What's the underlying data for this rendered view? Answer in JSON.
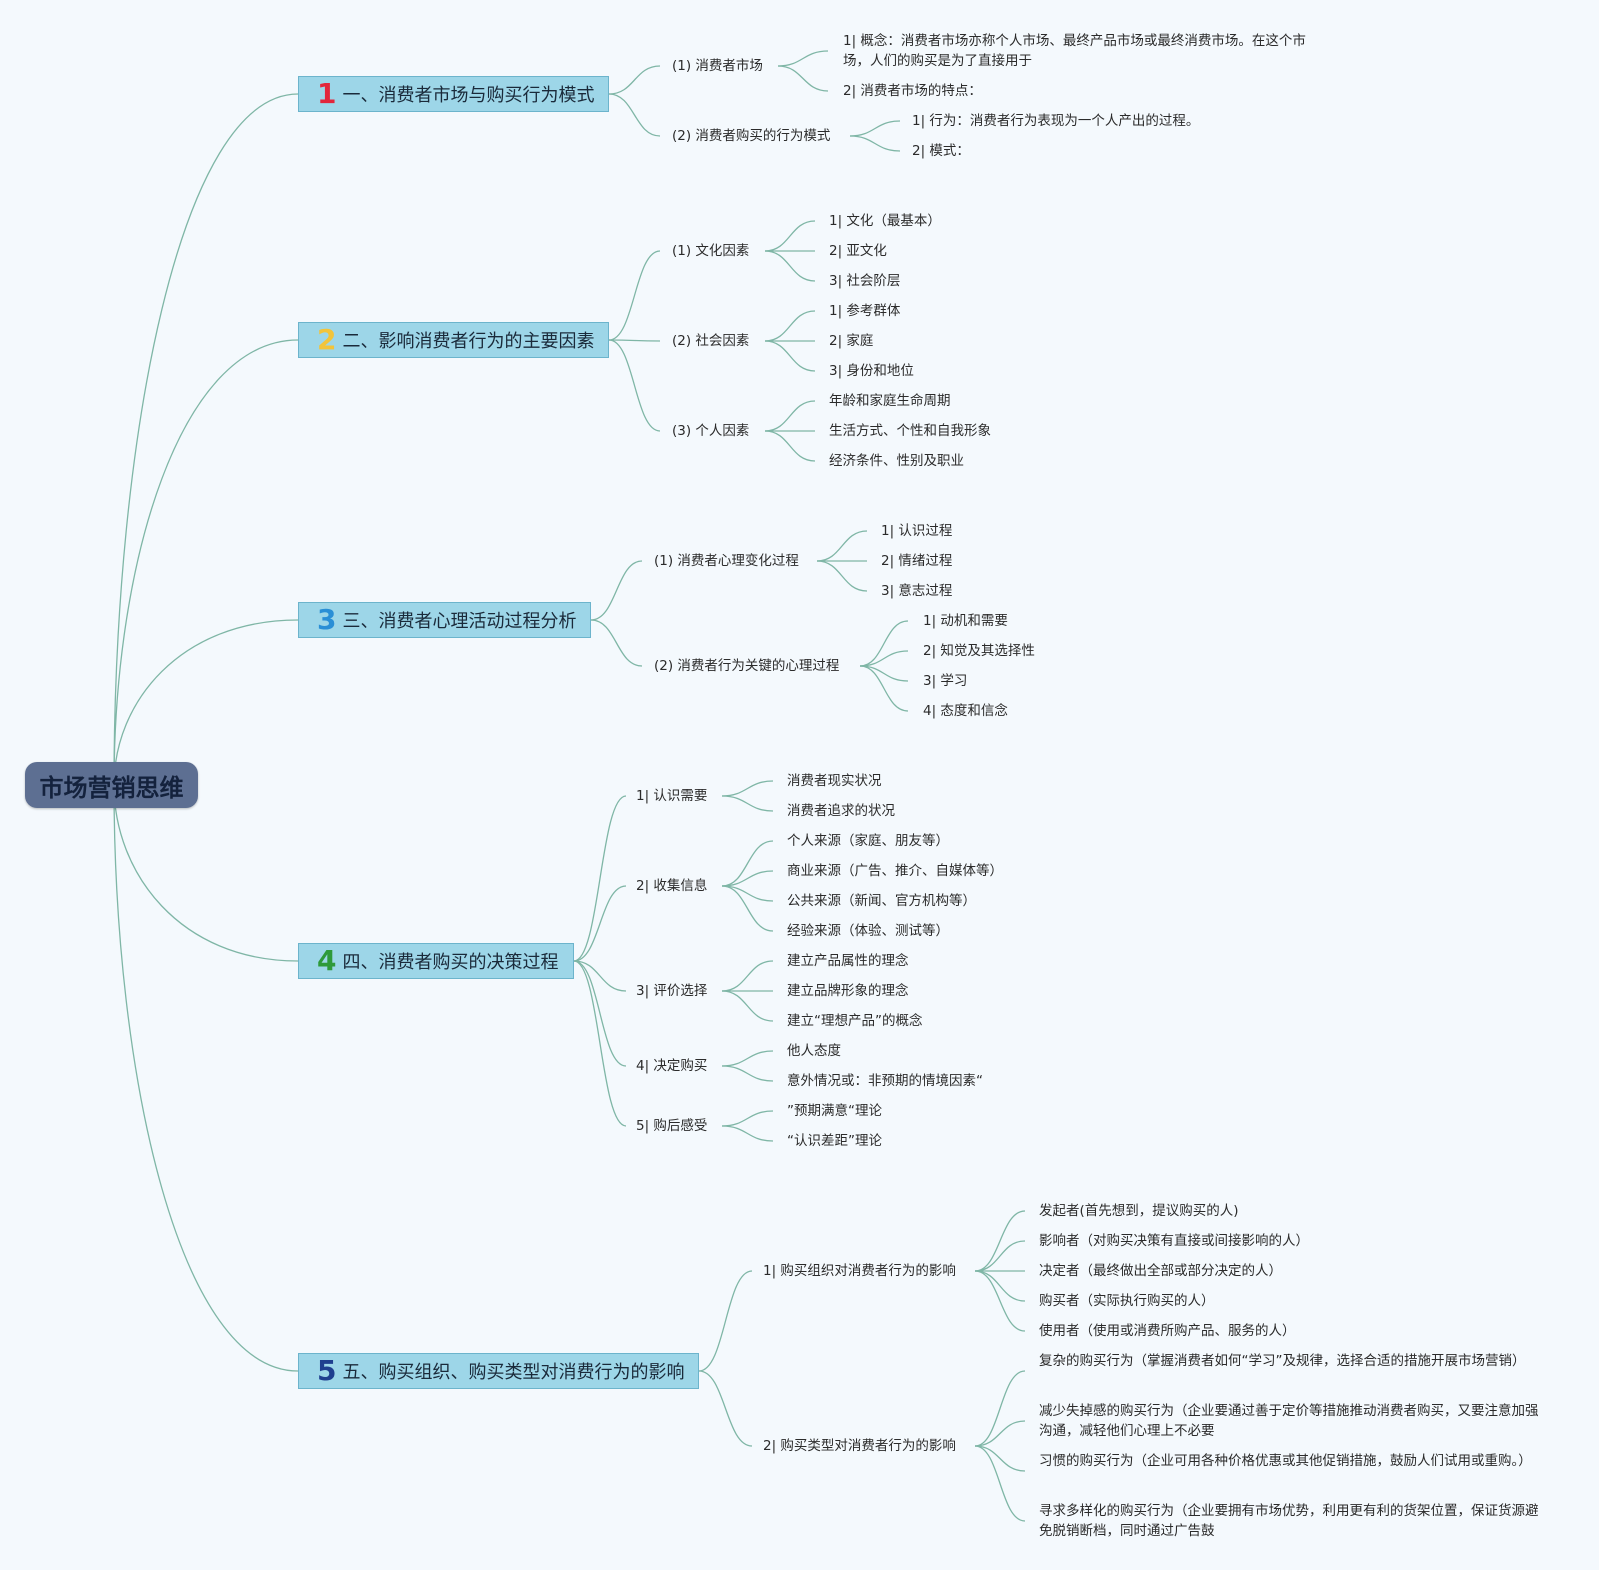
{
  "root": {
    "label": "市场营销思维"
  },
  "branches": [
    {
      "num": "1",
      "num_color": "#e2263b",
      "label": "一、消费者市场与购买行为模式",
      "children": [
        {
          "label": "(1) 消费者市场",
          "children": [
            "1| 概念：消费者市场亦称个人市场、最终产品市场或最终消费市场。在这个市场，人们的购买是为了直接用于",
            "2| 消费者市场的特点："
          ]
        },
        {
          "label": "(2) 消费者购买的行为模式",
          "children": [
            "1| 行为：消费者行为表现为一个人产出的过程。",
            "2| 模式："
          ]
        }
      ]
    },
    {
      "num": "2",
      "num_color": "#f2c43a",
      "label": "二、影响消费者行为的主要因素",
      "children": [
        {
          "label": "(1) 文化因素",
          "children": [
            "1| 文化（最基本）",
            "2| 亚文化",
            "3| 社会阶层"
          ]
        },
        {
          "label": "(2) 社会因素",
          "children": [
            "1| 参考群体",
            "2| 家庭",
            "3| 身份和地位"
          ]
        },
        {
          "label": "(3) 个人因素",
          "children": [
            "年龄和家庭生命周期",
            "生活方式、个性和自我形象",
            "经济条件、性别及职业"
          ]
        }
      ]
    },
    {
      "num": "3",
      "num_color": "#2a8fd6",
      "label": "三、消费者心理活动过程分析",
      "children": [
        {
          "label": "(1) 消费者心理变化过程",
          "children": [
            "1| 认识过程",
            "2| 情绪过程",
            "3| 意志过程"
          ]
        },
        {
          "label": "(2) 消费者行为关键的心理过程",
          "children": [
            "1| 动机和需要",
            "2| 知觉及其选择性",
            "3| 学习",
            "4| 态度和信念"
          ]
        }
      ]
    },
    {
      "num": "4",
      "num_color": "#2e9a3a",
      "label": "四、消费者购买的决策过程",
      "children": [
        {
          "label": "1| 认识需要",
          "children": [
            "消费者现实状况",
            "消费者追求的状况"
          ]
        },
        {
          "label": "2| 收集信息",
          "children": [
            "个人来源（家庭、朋友等）",
            "商业来源（广告、推介、自媒体等）",
            "公共来源（新闻、官方机构等）",
            "经验来源（体验、测试等）"
          ]
        },
        {
          "label": "3| 评价选择",
          "children": [
            "建立产品属性的理念",
            "建立品牌形象的理念",
            "建立“理想产品”的概念"
          ]
        },
        {
          "label": "4| 决定购买",
          "children": [
            "他人态度",
            "意外情况或：非预期的情境因素“"
          ]
        },
        {
          "label": "5| 购后感受",
          "children": [
            "”预期满意“理论",
            "“认识差距”理论"
          ]
        }
      ]
    },
    {
      "num": "5",
      "num_color": "#1f3f8f",
      "label": "五、购买组织、购买类型对消费行为的影响",
      "children": [
        {
          "label": "1| 购买组织对消费者行为的影响",
          "children": [
            "发起者(首先想到，提议购买的人)",
            "影响者（对购买决策有直接或间接影响的人）",
            "决定者（最终做出全部或部分决定的人）",
            "购买者（实际执行购买的人）",
            "使用者（使用或消费所购产品、服务的人）"
          ]
        },
        {
          "label": "2| 购买类型对消费者行为的影响",
          "children": [
            "复杂的购买行为（掌握消费者如何“学习”及规律，选择合适的措施开展市场营销）",
            "减少失掉感的购买行为（企业要通过善于定价等措施推动消费者购买，又要注意加强沟通，减轻他们心理上不必要",
            "习惯的购买行为（企业可用各种价格优惠或其他促销措施，鼓励人们试用或重购。）",
            "寻求多样化的购买行为（企业要拥有市场优势，利用更有利的货架位置，保证货源避免脱销断档，同时通过广告鼓"
          ]
        }
      ]
    }
  ]
}
